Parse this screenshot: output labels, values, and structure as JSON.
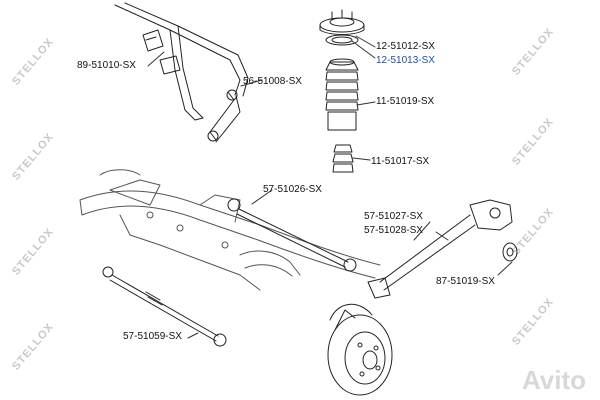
{
  "watermark": {
    "brand_text": "STELLOX",
    "corner_text": "Avito"
  },
  "parts": [
    {
      "id": "12-51012-SX",
      "color": "dark"
    },
    {
      "id": "12-51013-SX",
      "color": "blue"
    },
    {
      "id": "11-51019-SX",
      "color": "dark"
    },
    {
      "id": "11-51017-SX",
      "color": "dark"
    },
    {
      "id": "89-51010-SX",
      "color": "dark"
    },
    {
      "id": "56-51008-SX",
      "color": "dark"
    },
    {
      "id": "57-51026-SX",
      "color": "dark"
    },
    {
      "id": "57-51027-SX",
      "color": "dark"
    },
    {
      "id": "57-51028-SX",
      "color": "dark"
    },
    {
      "id": "87-51019-SX",
      "color": "dark"
    },
    {
      "id": "57-51059-SX",
      "color": "dark"
    }
  ],
  "colors": {
    "line": "#222222",
    "label_dark": "#111111",
    "label_blue": "#1b4ea8",
    "watermark": "#c9c9c9"
  }
}
